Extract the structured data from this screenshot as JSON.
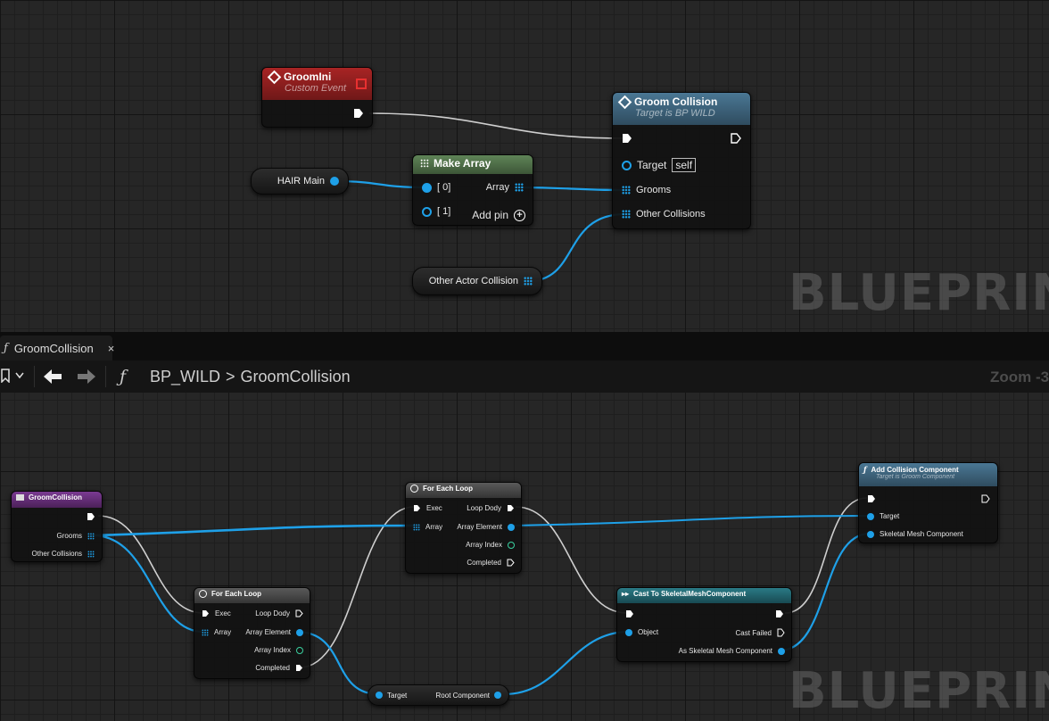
{
  "top_graph": {
    "watermark": "BLUEPRINT",
    "nodes": {
      "groom_ini": {
        "title": "GroomIni",
        "subtitle": "Custom Event"
      },
      "groom_collision": {
        "title": "Groom Collision",
        "subtitle": "Target is BP WILD",
        "pins": {
          "target": "Target",
          "target_default": "self",
          "grooms": "Grooms",
          "other_collisions": "Other Collisions"
        }
      },
      "make_array": {
        "title": "Make Array",
        "pins": {
          "in0": "[ 0]",
          "in1": "[ 1]",
          "array": "Array",
          "add_pin": "Add pin"
        }
      },
      "hair_main": {
        "label": "HAIR Main"
      },
      "other_actor_collision": {
        "label": "Other Actor Collision"
      }
    }
  },
  "tab": {
    "label": "GroomCollision",
    "close": "×"
  },
  "toolbar": {
    "function_icon": "ƒ",
    "breadcrumb": {
      "root": "BP_WILD",
      "separator": ">",
      "current": "GroomCollision"
    },
    "zoom": "Zoom -3"
  },
  "bottom_graph": {
    "watermark": "BLUEPRINT",
    "nodes": {
      "entry": {
        "title": "GroomCollision",
        "pins": {
          "grooms": "Grooms",
          "other_collisions": "Other Collisions"
        }
      },
      "loop1": {
        "title": "For Each Loop",
        "pins": {
          "exec": "Exec",
          "array": "Array",
          "loop_body": "Loop Dody",
          "element": "Array Element",
          "index": "Array Index",
          "completed": "Completed"
        }
      },
      "loop2": {
        "title": "For Each Loop",
        "pins": {
          "exec": "Exec",
          "array": "Array",
          "loop_body": "Loop Dody",
          "element": "Array Element",
          "index": "Array Index",
          "completed": "Completed"
        }
      },
      "cast": {
        "title": "Cast To SkeletalMeshComponent",
        "pins": {
          "object": "Object",
          "cast_failed": "Cast Failed",
          "as_skeletal": "As Skeletal Mesh Component"
        }
      },
      "add_collision": {
        "title": "Add Collision Component",
        "subtitle": "Target is Groom Component",
        "pins": {
          "target": "Target",
          "skeletal": "Skeletal Mesh Component"
        }
      },
      "root_component": {
        "target": "Target",
        "output": "Root Component"
      }
    }
  },
  "colors": {
    "event_header": "#8e1e1e",
    "function_header": "#3b5f78",
    "make_array_header": "#4f6e49",
    "entry_header": "#5a2a6e",
    "cast_header": "#1f5a63",
    "object_pin": "#1ea0e8",
    "exec_wire": "#cfcfcf"
  }
}
